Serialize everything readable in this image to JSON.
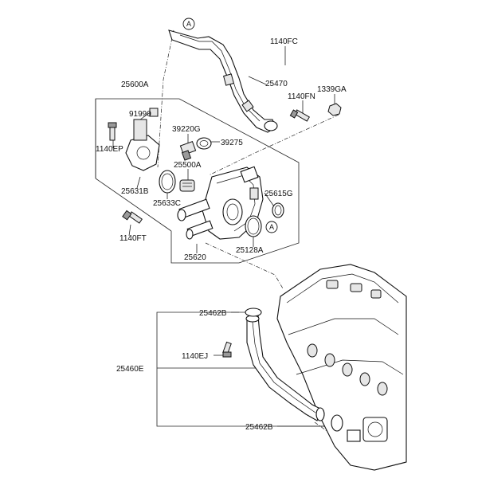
{
  "diagram": {
    "labels": {
      "p1140fc": "1140FC",
      "p25470": "25470",
      "p1339ga": "1339GA",
      "p1140fn": "1140FN",
      "p25600a": "25600A",
      "p91990": "91990",
      "p39220g": "39220G",
      "p39275": "39275",
      "p1140ep": "1140EP",
      "p25500a": "25500A",
      "p25631b": "25631B",
      "p25615g": "25615G",
      "p25633c": "25633C",
      "p1140ft": "1140FT",
      "p25128a": "25128A",
      "p25620": "25620",
      "p25462b_top": "25462B",
      "p1140ej": "1140EJ",
      "p25460e": "25460E",
      "p25462b_bot": "25462B"
    },
    "callouts": {
      "ref_a_top": "A",
      "ref_a_mid": "A"
    }
  }
}
